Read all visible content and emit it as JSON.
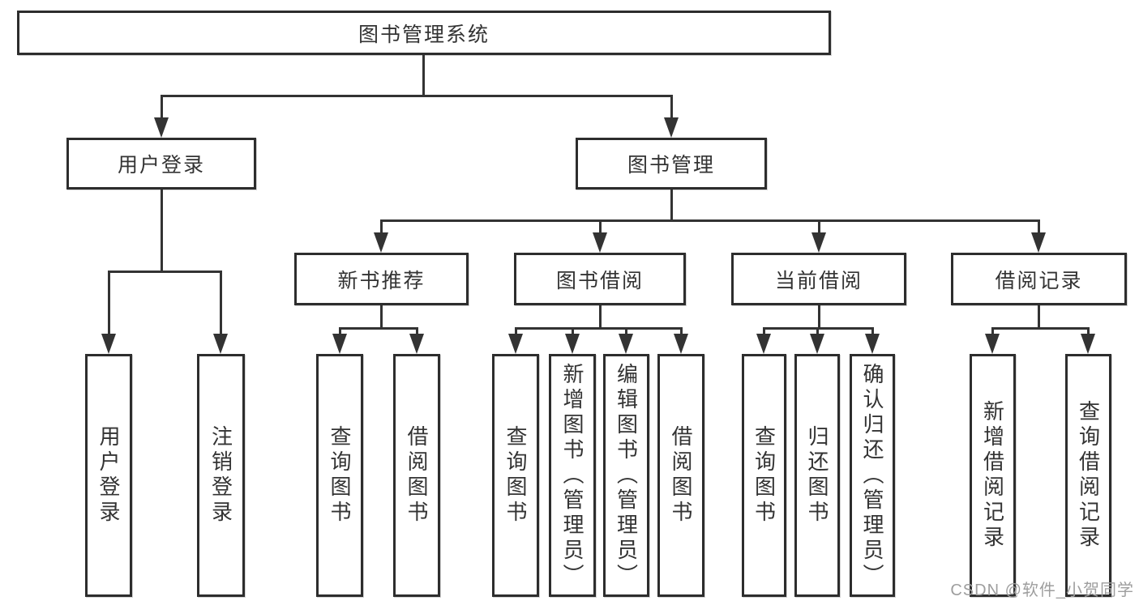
{
  "diagram": {
    "root": {
      "label": "图书管理系统"
    },
    "level2": [
      {
        "label": "用户登录"
      },
      {
        "label": "图书管理"
      }
    ],
    "level3": [
      {
        "label": "新书推荐",
        "parent": "图书管理"
      },
      {
        "label": "图书借阅",
        "parent": "图书管理"
      },
      {
        "label": "当前借阅",
        "parent": "图书管理"
      },
      {
        "label": "借阅记录",
        "parent": "图书管理"
      }
    ],
    "leaves": [
      {
        "label": "用户登录",
        "parent": "用户登录"
      },
      {
        "label": "注销登录",
        "parent": "用户登录"
      },
      {
        "label": "查询图书",
        "parent": "新书推荐"
      },
      {
        "label": "借阅图书",
        "parent": "新书推荐"
      },
      {
        "label": "查询图书",
        "parent": "图书借阅"
      },
      {
        "label": "新增图书（管理员）",
        "parent": "图书借阅"
      },
      {
        "label": "编辑图书（管理员）",
        "parent": "图书借阅"
      },
      {
        "label": "借阅图书",
        "parent": "图书借阅"
      },
      {
        "label": "查询图书",
        "parent": "当前借阅"
      },
      {
        "label": "归还图书",
        "parent": "当前借阅"
      },
      {
        "label": "确认归还（管理员）",
        "parent": "当前借阅"
      },
      {
        "label": "新增借阅记录",
        "parent": "借阅记录"
      },
      {
        "label": "查询借阅记录",
        "parent": "借阅记录"
      }
    ],
    "colors": {
      "line": "#333333",
      "box_border": "#2d2d2d",
      "text": "#333333",
      "background": "#ffffff",
      "watermark": "#9e9e9e"
    }
  },
  "watermark": {
    "text": "CSDN @软件_小贺同学"
  }
}
